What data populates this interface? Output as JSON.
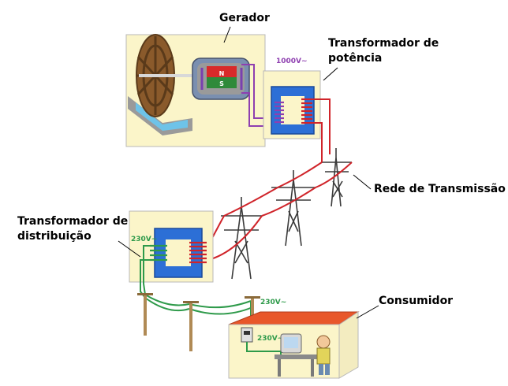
{
  "labels": {
    "generator": "Gerador",
    "power_transformer_line1": "Transformador de",
    "power_transformer_line2": "potência",
    "transmission_network": "Rede de Transmissão",
    "distribution_transformer_line1": "Transformador de",
    "distribution_transformer_line2": "distribuição",
    "consumer": "Consumidor"
  },
  "voltages": {
    "generator_output": "1000V~",
    "distribution_output": "230V~",
    "pole_line": "230V~",
    "house_meter": "230V~"
  },
  "magnet_poles": {
    "north": "N",
    "south": "S"
  },
  "colors": {
    "panel_fill": "#fbf5c9",
    "panel_stroke": "#b8b8b8",
    "high_voltage_wire": "#d0242a",
    "primary_coil": "#8e3fb0",
    "low_voltage_wire": "#2e9a4a",
    "transformer_core": "#2c6fd6",
    "tower_steel": "#3a3a3a",
    "roof": "#e8572a",
    "water": "#6ec3e8",
    "wheel_wood": "#8a5a2b"
  }
}
